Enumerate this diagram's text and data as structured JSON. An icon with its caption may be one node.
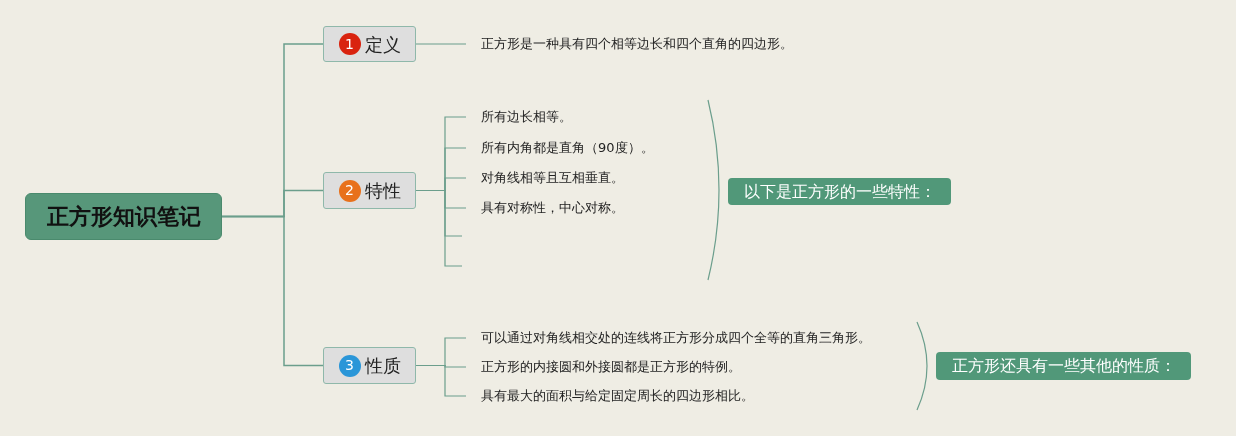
{
  "diagram": {
    "nodes": [
      {
        "text": [
          "正方形知识笔记"
        ]
      },
      {
        "text": [
          "1",
          "定义"
        ]
      },
      {
        "text": [
          "正方形是一种具有四个相等边长和四个直角的四边形。"
        ]
      },
      {
        "text": [
          "2",
          "特性"
        ]
      },
      {
        "text": [
          "所有边长相等。"
        ]
      },
      {
        "text": [
          "所有内角都是直角（90度）。"
        ]
      },
      {
        "text": [
          "对角线相等且互相垂直。"
        ]
      },
      {
        "text": [
          "具有对称性，中心对称。"
        ]
      },
      {
        "text": [
          "以下是正方形的一些特性："
        ]
      },
      {
        "text": [
          "3",
          "性质"
        ]
      },
      {
        "text": [
          "可以通过对角线相交处的连线将正方形分成四个全等的直角三角形。"
        ]
      },
      {
        "text": [
          "正方形的内接圆和外接圆都是正方形的特例。"
        ]
      },
      {
        "text": [
          "具有最大的面积与给定固定周长的四边形相比。"
        ]
      },
      {
        "text": [
          "正方形还具有一些其他的性质："
        ]
      }
    ],
    "edges": [
      {
        "from": 0,
        "to": 1,
        "arrow": "none"
      },
      {
        "from": 0,
        "to": 3,
        "arrow": "none"
      },
      {
        "from": 0,
        "to": 9,
        "arrow": "none"
      },
      {
        "from": 1,
        "to": 2,
        "arrow": "none"
      },
      {
        "from": 3,
        "to": 4,
        "arrow": "none"
      },
      {
        "from": 3,
        "to": 5,
        "arrow": "none"
      },
      {
        "from": 3,
        "to": 6,
        "arrow": "none"
      },
      {
        "from": 3,
        "to": 7,
        "arrow": "none"
      },
      {
        "from": 3,
        "to": null,
        "arrow": "none"
      },
      {
        "from": 3,
        "to": null,
        "arrow": "none"
      },
      {
        "from": 9,
        "to": 10,
        "arrow": "none"
      },
      {
        "from": 9,
        "to": 11,
        "arrow": "none"
      },
      {
        "from": 9,
        "to": 12,
        "arrow": "none"
      }
    ]
  }
}
